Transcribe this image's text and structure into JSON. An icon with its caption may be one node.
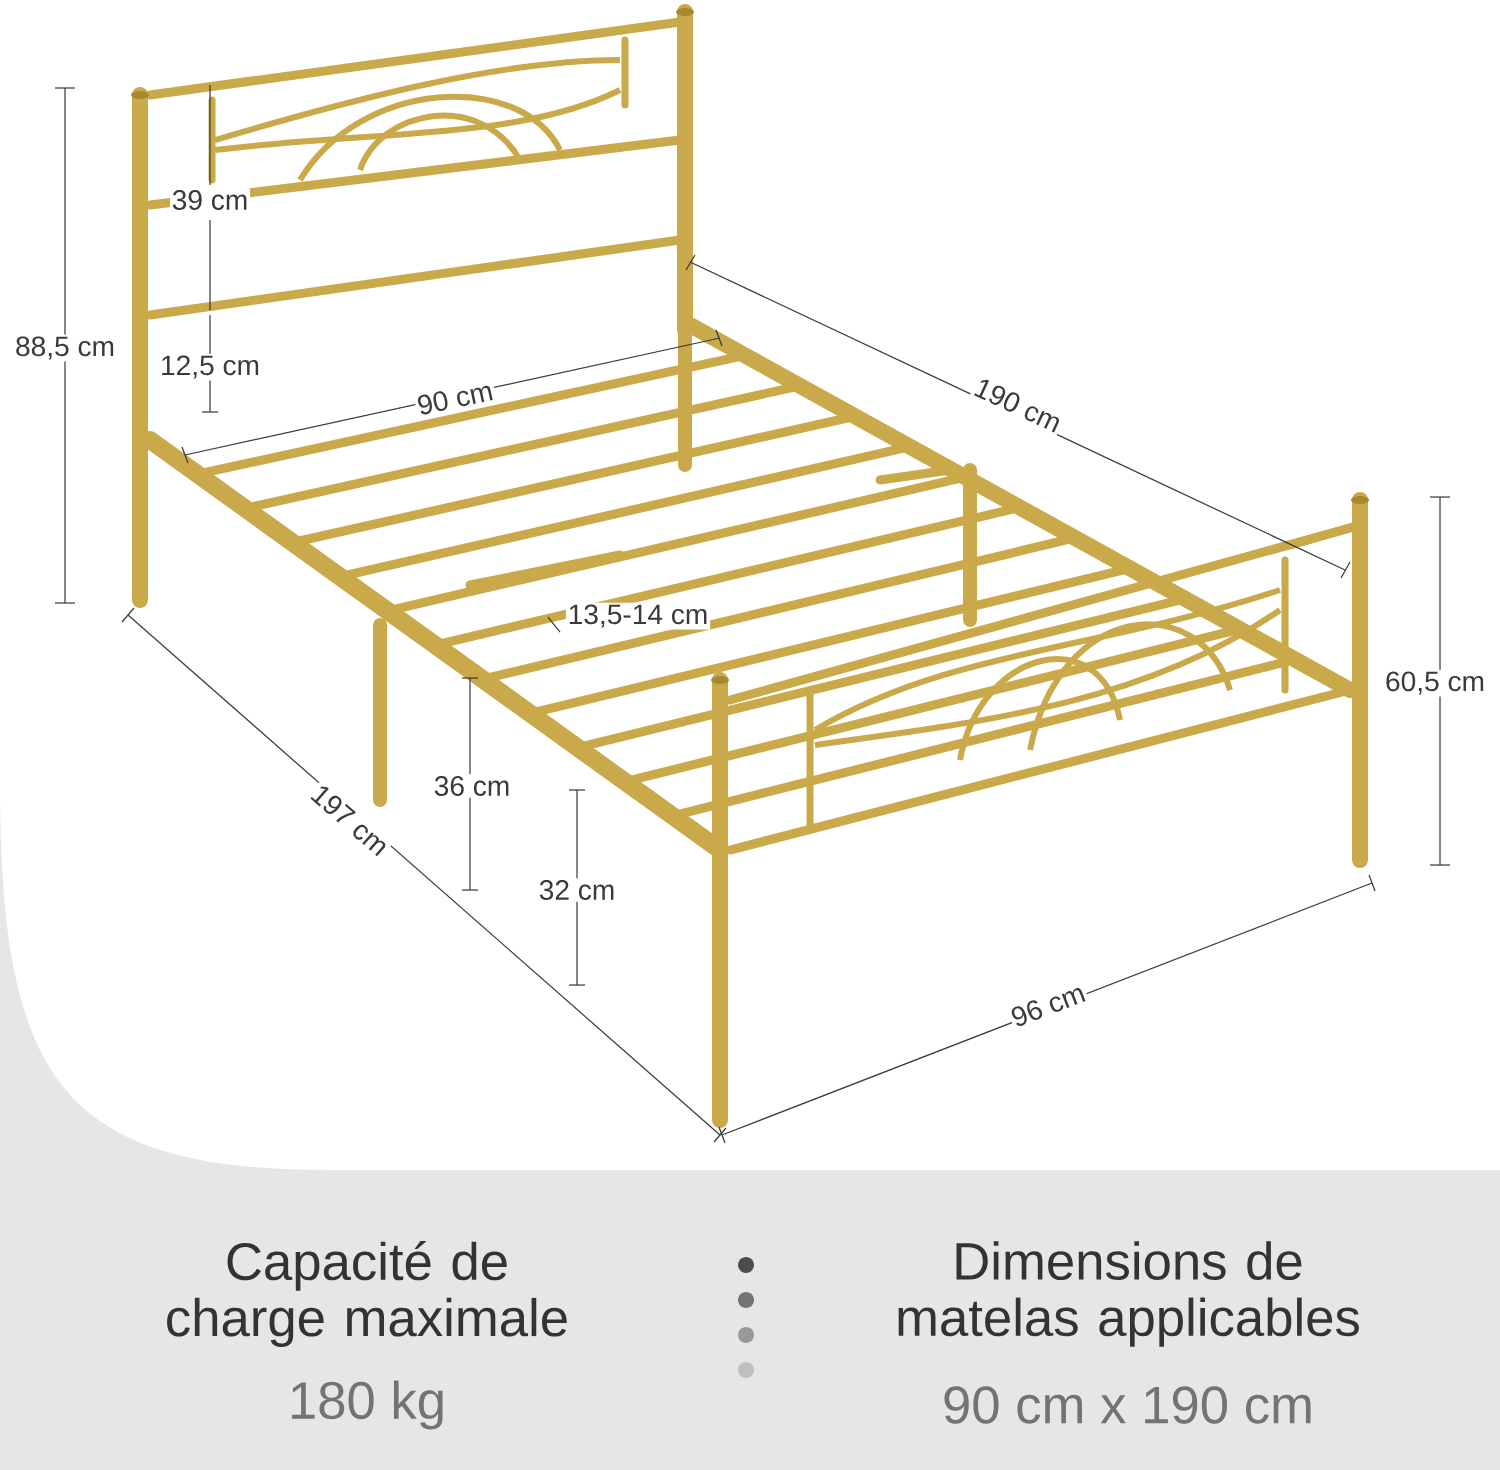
{
  "diagram": {
    "labels": [
      "39 cm",
      "88,5 cm",
      "12,5 cm",
      "90 cm",
      "190 cm",
      "13,5-14 cm",
      "60,5 cm",
      "36 cm",
      "197 cm",
      "32 cm",
      "96 cm",
      "Capacité de charge maximale",
      "180 kg",
      "Dimensions de matelas applicables",
      "90 cm x 190 cm"
    ]
  }
}
